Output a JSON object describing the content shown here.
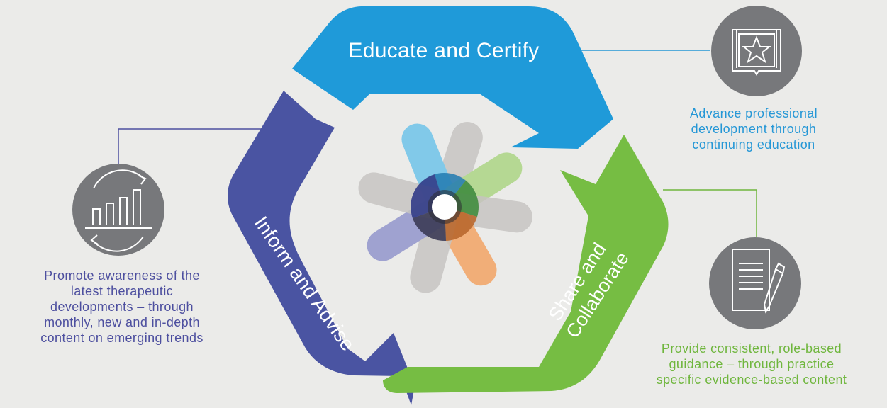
{
  "colors": {
    "background": "#ebebe9",
    "educate": "#1f9ad9",
    "share": "#76bd43",
    "inform": "#4a54a2",
    "icon_circle": "#77787b",
    "educate_caption": "#2597d6",
    "share_caption": "#6fb63d",
    "inform_caption": "#4d4f9f"
  },
  "arrows": {
    "educate": "Educate and Certify",
    "share": [
      "Share and",
      "Collaborate"
    ],
    "inform": "Inform and Advise"
  },
  "captions": {
    "educate": [
      "Advance professional",
      "development through",
      "continuing education"
    ],
    "inform": [
      "Promote awareness of the",
      "latest therapeutic",
      "developments – through",
      "monthly, new and in-depth",
      "content on emerging trends"
    ],
    "share": [
      "Provide consistent, role-based",
      "guidance – through practice",
      "specific evidence-based content"
    ]
  },
  "icons": {
    "educate": "book-star-icon",
    "inform": "bar-chart-refresh-icon",
    "share": "document-pen-icon",
    "center": "flower-logo-icon"
  }
}
